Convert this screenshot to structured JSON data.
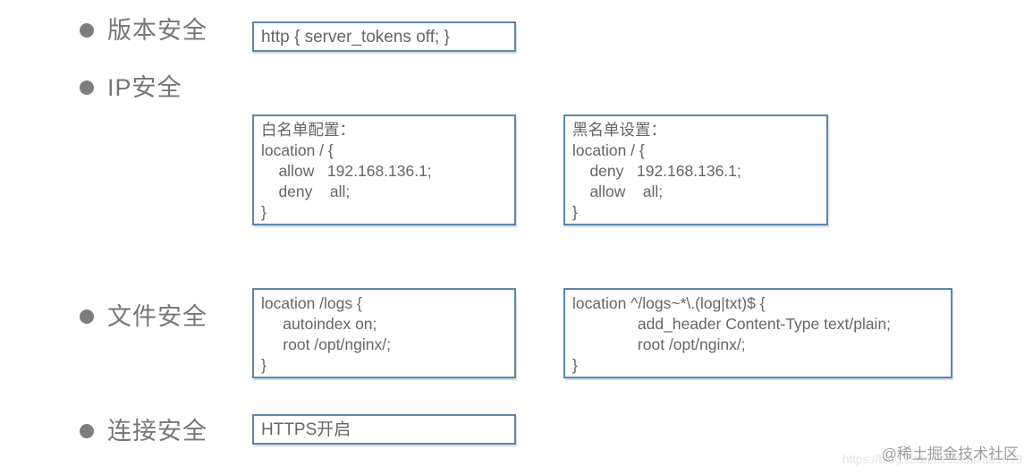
{
  "colors": {
    "box_border": "#5e87ab",
    "box_text": "#666666",
    "label_text": "#767676",
    "bullet": "#7d7d7d",
    "watermark": "#9c9c9c",
    "watermark_url_faint": "#e2e3ec"
  },
  "sections": {
    "version": {
      "label": "版本安全"
    },
    "ip": {
      "label": "IP安全"
    },
    "file": {
      "label": "文件安全"
    },
    "connection": {
      "label": "连接安全"
    }
  },
  "boxes": {
    "version": {
      "lines": [
        "http { server_tokens off; }"
      ]
    },
    "whitelist": {
      "lines": [
        "白名单配置：",
        "location / {",
        "    allow   192.168.136.1;",
        "    deny    all;",
        "}"
      ]
    },
    "blacklist": {
      "lines": [
        "黑名单设置：",
        "location / {",
        "    deny   192.168.136.1;",
        "    allow    all;",
        "}"
      ]
    },
    "file_basic": {
      "lines": [
        "location /logs {",
        "     autoindex on;",
        "     root /opt/nginx/;",
        "}"
      ]
    },
    "file_regex": {
      "lines": [
        "location ^/logs~*\\.(log|txt)$ {",
        "               add_header Content-Type text/plain;",
        "               root /opt/nginx/;",
        "}"
      ]
    },
    "https": {
      "lines": [
        "HTTPS开启"
      ]
    }
  },
  "watermark": {
    "handle": "@稀土掘金技术社区",
    "url": "https://blog.csdn.net/echizao1839"
  }
}
